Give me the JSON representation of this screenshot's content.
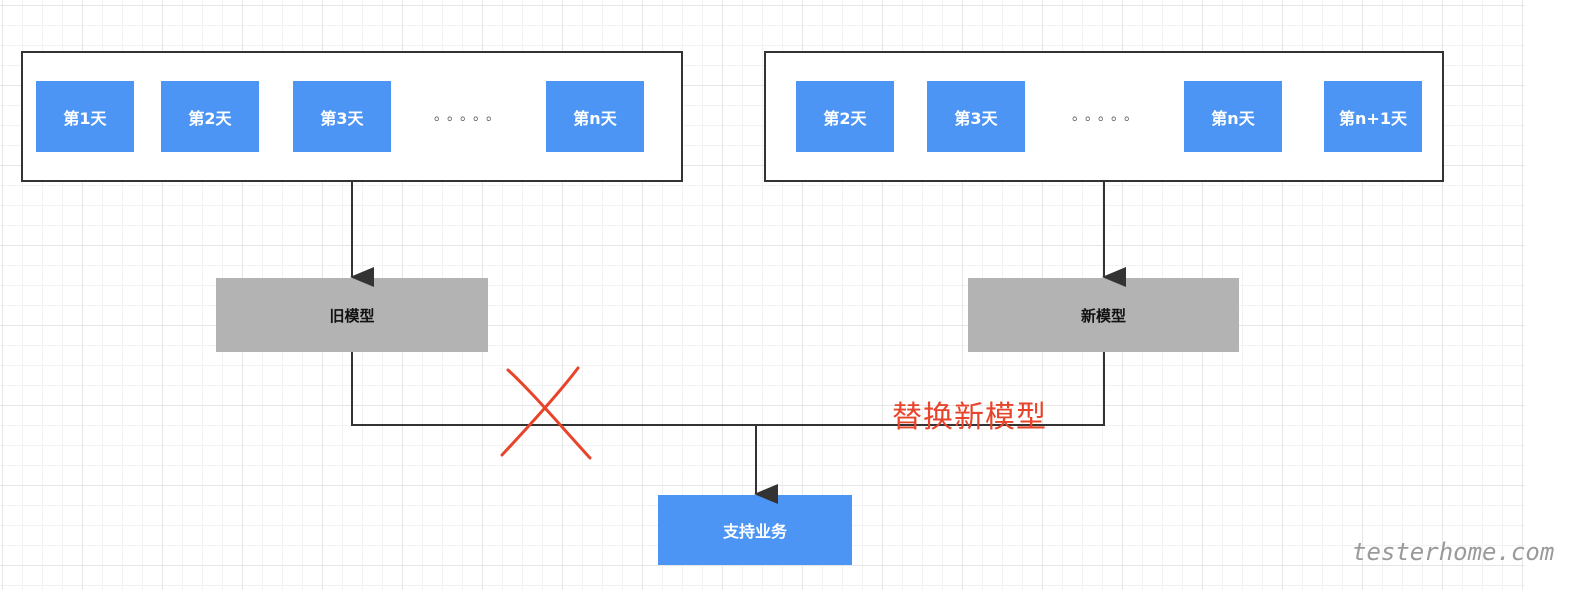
{
  "old_window": {
    "days": [
      "第1天",
      "第2天",
      "第3天",
      "第n天"
    ],
    "ellipsis": "。。。。。"
  },
  "new_window": {
    "days": [
      "第2天",
      "第3天",
      "第n天",
      "第n+1天"
    ],
    "ellipsis": "。。。。。"
  },
  "old_model": "旧模型",
  "new_model": "新模型",
  "business": "支持业务",
  "annotation": "替换新模型",
  "watermark": "testerhome.com",
  "colors": {
    "day_box": "#4c95f5",
    "model_box": "#b3b3b3",
    "annotation": "#e8442b",
    "line": "#333333"
  }
}
